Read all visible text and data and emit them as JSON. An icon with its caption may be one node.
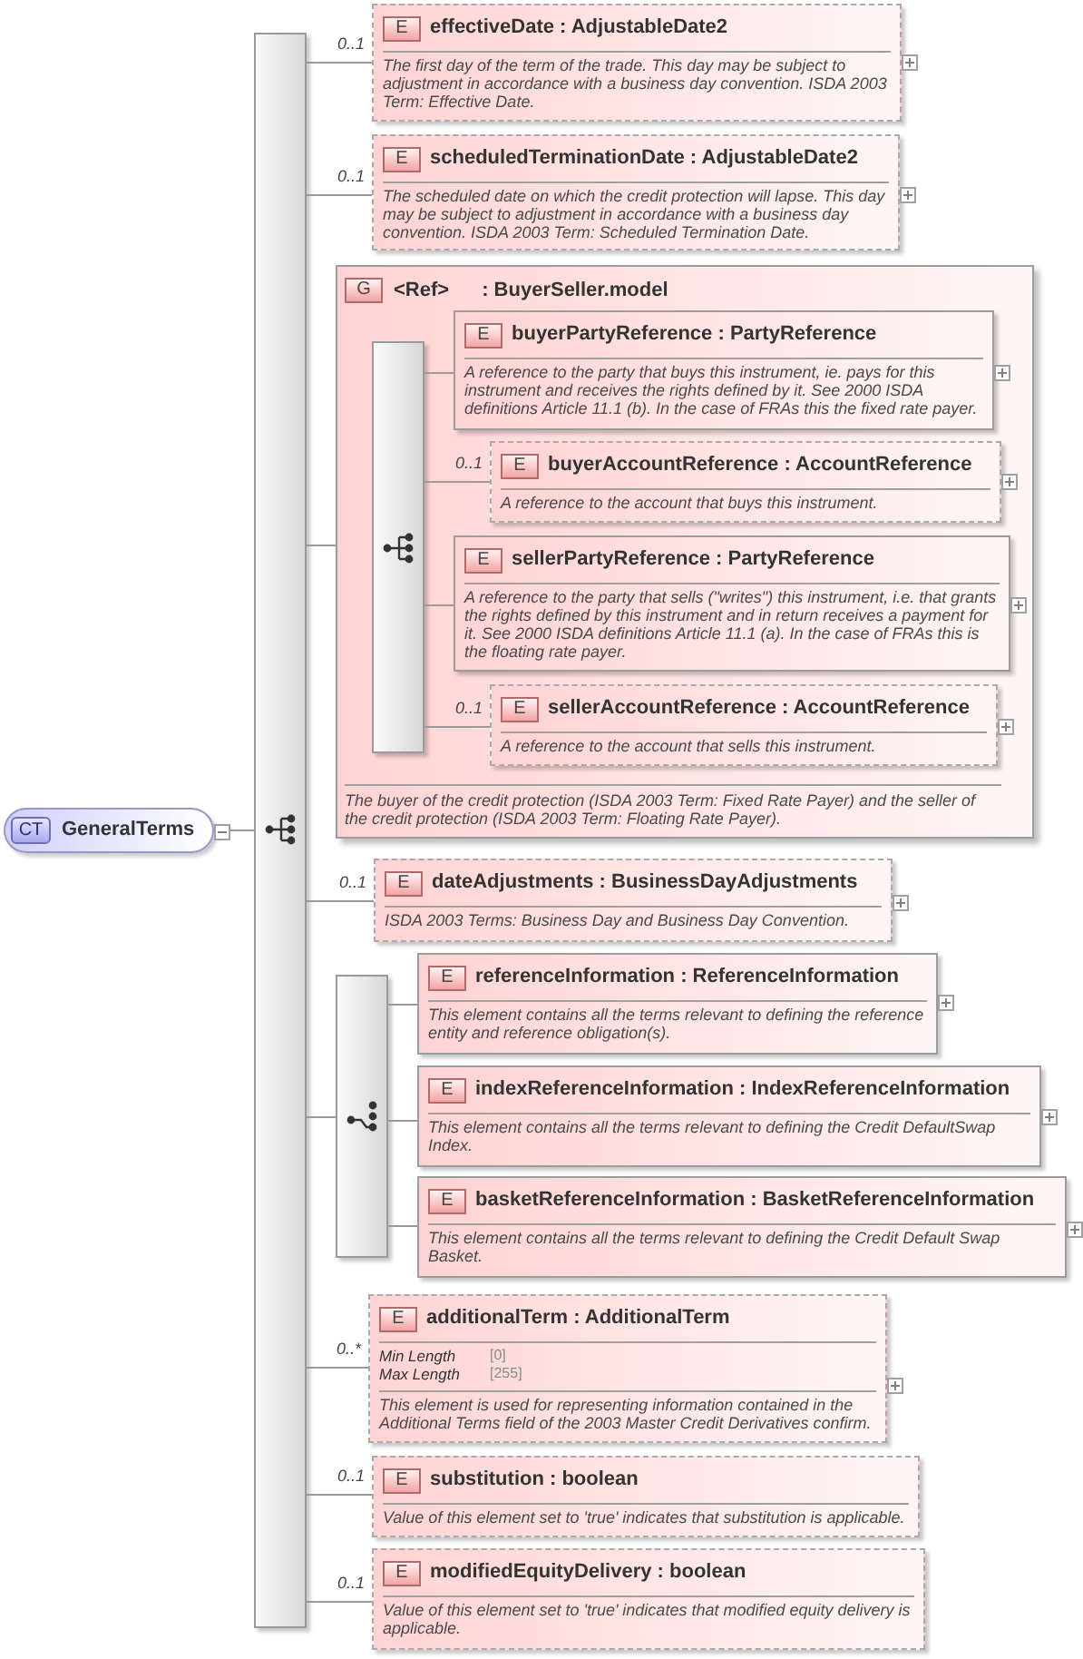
{
  "diagram": {
    "nodes": [
      {
        "text": [
          "CT",
          "GeneralTerms"
        ]
      },
      {
        "text": [],
        "shape": "bar"
      },
      {
        "text": [
          "E",
          "effectiveDate : AdjustableDate2",
          "The first day of the term of the trade. This day may be subject to adjustment in accordance with a business day convention. ISDA 2003 Term: Effective Date."
        ]
      },
      {
        "text": [
          "E",
          "scheduledTerminationDate : AdjustableDate2",
          "The scheduled date on which the credit protection will lapse. This day may be subject to adjustment in accordance with a business day convention. ISDA 2003 Term: Scheduled Termination Date."
        ]
      },
      {
        "text": [
          "G",
          "<Ref>",
          ": BuyerSeller.model",
          "The buyer of the credit protection (ISDA 2003 Term: Fixed Rate Payer) and the seller of the credit protection (ISDA 2003 Term: Floating Rate Payer)."
        ]
      },
      {
        "text": [],
        "shape": "bar",
        "in": 4
      },
      {
        "text": [
          "E",
          "buyerPartyReference : PartyReference",
          "A reference to the party that buys this instrument, ie. pays for this instrument and receives the rights defined by it. See 2000 ISDA definitions Article 11.1 (b). In the case of FRAs this the fixed rate payer."
        ],
        "in": 4
      },
      {
        "text": [
          "E",
          "buyerAccountReference : AccountReference",
          "A reference to the account that buys this instrument."
        ],
        "in": 4
      },
      {
        "text": [
          "E",
          "sellerPartyReference : PartyReference",
          "A reference to the party that sells (\"writes\") this instrument, i.e. that grants the rights defined by this instrument and in return receives a payment for it. See 2000 ISDA definitions Article 11.1 (a). In the case of FRAs this is the floating rate payer."
        ],
        "in": 4
      },
      {
        "text": [
          "E",
          "sellerAccountReference : AccountReference",
          "A reference to the account that sells this instrument."
        ],
        "in": 4
      },
      {
        "text": [
          "E",
          "dateAdjustments : BusinessDayAdjustments",
          "ISDA 2003 Terms: Business Day and Business Day Convention."
        ]
      },
      {
        "text": [],
        "shape": "bar"
      },
      {
        "text": [
          "E",
          "referenceInformation : ReferenceInformation",
          "This element contains all the terms relevant to defining the reference entity and reference obligation(s)."
        ]
      },
      {
        "text": [
          "E",
          "indexReferenceInformation : IndexReferenceInformation",
          "This element contains all the terms relevant to defining the Credit DefaultSwap Index."
        ]
      },
      {
        "text": [
          "E",
          "basketReferenceInformation : BasketReferenceInformation",
          "This element contains all the terms relevant to defining the Credit Default Swap Basket."
        ]
      },
      {
        "text": [
          "E",
          "additionalTerm : AdditionalTerm",
          "Min Length",
          "[0]",
          "Max Length",
          "[255]",
          "This element is used for representing information contained in the Additional Terms field of the 2003 Master Credit Derivatives confirm."
        ]
      },
      {
        "text": [
          "E",
          "substitution : boolean",
          "Value of this element set to 'true' indicates that substitution is applicable."
        ]
      },
      {
        "text": [
          "E",
          "modifiedEquityDelivery : boolean",
          "Value of this element set to 'true' indicates that modified equity delivery is applicable."
        ]
      }
    ],
    "edges": [
      {
        "from": 0,
        "to": 1,
        "arrow": "none"
      },
      {
        "from": 1,
        "to": 2,
        "arrow": "none",
        "label": "0..1"
      },
      {
        "from": 1,
        "to": 3,
        "arrow": "none",
        "label": "0..1"
      },
      {
        "from": 1,
        "to": 4,
        "arrow": "none"
      },
      {
        "from": 5,
        "to": 6,
        "arrow": "none"
      },
      {
        "from": 5,
        "to": 7,
        "arrow": "none",
        "label": "0..1"
      },
      {
        "from": 5,
        "to": 8,
        "arrow": "none"
      },
      {
        "from": 5,
        "to": 9,
        "arrow": "none",
        "label": "0..1"
      },
      {
        "from": 1,
        "to": 10,
        "arrow": "none",
        "label": "0..1"
      },
      {
        "from": 1,
        "to": 11,
        "arrow": "none"
      },
      {
        "from": 11,
        "to": 12,
        "arrow": "none"
      },
      {
        "from": 11,
        "to": 13,
        "arrow": "none"
      },
      {
        "from": 11,
        "to": 14,
        "arrow": "none"
      },
      {
        "from": 1,
        "to": 15,
        "arrow": "none",
        "label": "0..*"
      },
      {
        "from": 1,
        "to": 16,
        "arrow": "none",
        "label": "0..1"
      },
      {
        "from": 1,
        "to": 17,
        "arrow": "none",
        "label": "0..1"
      }
    ]
  }
}
